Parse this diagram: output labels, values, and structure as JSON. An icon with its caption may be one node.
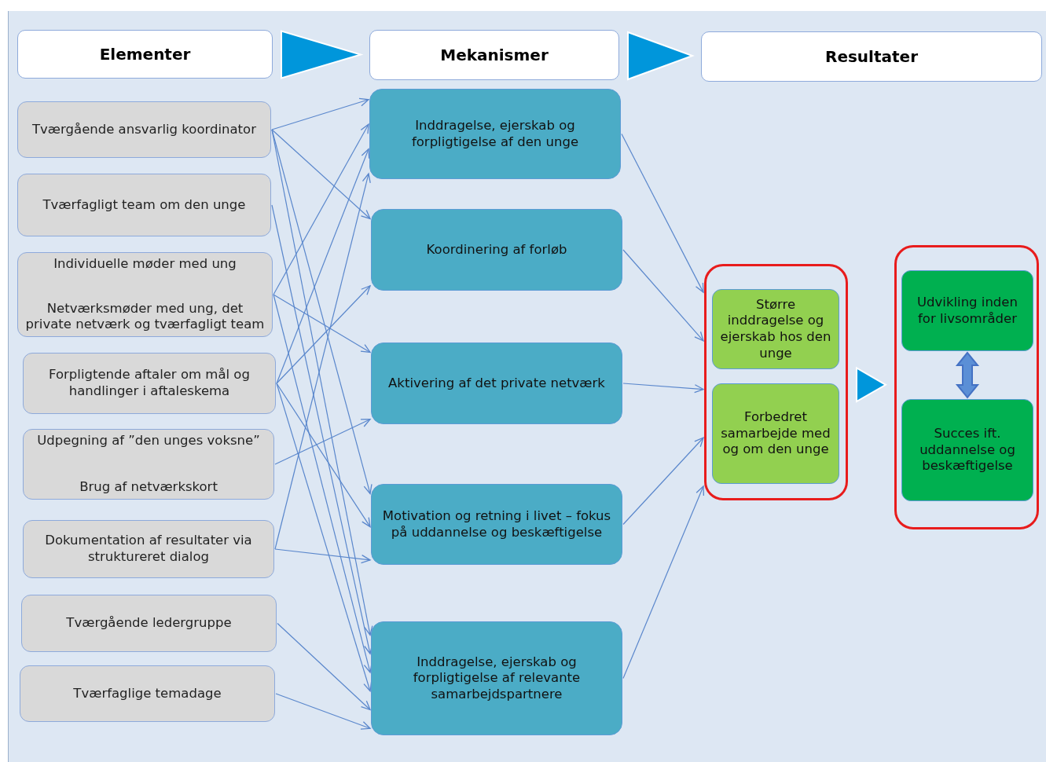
{
  "diagram": {
    "nodes": [
      {
        "text": [
          "Elementer"
        ]
      },
      {
        "text": [
          "Mekanismer"
        ]
      },
      {
        "text": [
          "Resultater"
        ]
      },
      {
        "text": [
          "Tværgående ansvarlig koordinator"
        ]
      },
      {
        "text": [
          "Tværfagligt team om den unge"
        ]
      },
      {
        "text": [
          "Individuelle møder med ung",
          "Netværksmøder med ung, det private netværk og tværfagligt team"
        ]
      },
      {
        "text": [
          "Forpligtende aftaler om mål og handlinger i aftaleskema"
        ]
      },
      {
        "text": [
          "Udpegning af ”den unges voksne”",
          "Brug af netværkskort"
        ]
      },
      {
        "text": [
          "Dokumentation af resultater via struktureret dialog"
        ]
      },
      {
        "text": [
          "Tværgående ledergruppe"
        ]
      },
      {
        "text": [
          "Tværfaglige temadage"
        ]
      },
      {
        "text": [
          "Inddragelse, ejerskab og forpligtigelse af den unge"
        ]
      },
      {
        "text": [
          "Koordinering af forløb"
        ]
      },
      {
        "text": [
          "Aktivering af det private netværk"
        ]
      },
      {
        "text": [
          "Motivation og retning i livet – fokus på uddannelse og beskæftigelse"
        ]
      },
      {
        "text": [
          "Inddragelse, ejerskab og forpligtigelse af relevante samarbejdspartnere"
        ]
      },
      {
        "text": [],
        "shape": "box"
      },
      {
        "text": [
          "Større inddragelse og ejerskab hos den unge"
        ],
        "in": 16
      },
      {
        "text": [
          "Forbedret samarbejde med og om den unge"
        ],
        "in": 16
      },
      {
        "text": [],
        "shape": "box"
      },
      {
        "text": [
          "Udvikling inden for livsområder"
        ],
        "in": 19
      },
      {
        "text": [
          "Succes ift. uddannelse og beskæftigelse"
        ],
        "in": 19
      }
    ],
    "edges": [
      {
        "from": 0,
        "to": 1,
        "arrow": "to",
        "style": "thick",
        "color": "#0096db"
      },
      {
        "from": 1,
        "to": 2,
        "arrow": "to",
        "style": "thick",
        "color": "#0096db"
      },
      {
        "from": 3,
        "to": 11,
        "arrow": "to"
      },
      {
        "from": 3,
        "to": 12,
        "arrow": "to"
      },
      {
        "from": 3,
        "to": 14,
        "arrow": "to"
      },
      {
        "from": 3,
        "to": 15,
        "arrow": "to"
      },
      {
        "from": 4,
        "to": 15,
        "arrow": "to"
      },
      {
        "from": 5,
        "to": 11,
        "arrow": "to"
      },
      {
        "from": 5,
        "to": 13,
        "arrow": "to"
      },
      {
        "from": 5,
        "to": 15,
        "arrow": "to"
      },
      {
        "from": 6,
        "to": 11,
        "arrow": "to"
      },
      {
        "from": 6,
        "to": 12,
        "arrow": "to"
      },
      {
        "from": 6,
        "to": 14,
        "arrow": "to"
      },
      {
        "from": 6,
        "to": 15,
        "arrow": "to"
      },
      {
        "from": 7,
        "to": 13,
        "arrow": "to"
      },
      {
        "from": 8,
        "to": 11,
        "arrow": "to"
      },
      {
        "from": 8,
        "to": 14,
        "arrow": "to"
      },
      {
        "from": 9,
        "to": 15,
        "arrow": "to"
      },
      {
        "from": 10,
        "to": 15,
        "arrow": "to"
      },
      {
        "from": 11,
        "to": 16,
        "arrow": "to"
      },
      {
        "from": 12,
        "to": 16,
        "arrow": "to"
      },
      {
        "from": 13,
        "to": 16,
        "arrow": "to"
      },
      {
        "from": 14,
        "to": 16,
        "arrow": "to"
      },
      {
        "from": 15,
        "to": 16,
        "arrow": "to"
      },
      {
        "from": 16,
        "to": 19,
        "arrow": "to",
        "style": "thick",
        "color": "#0096db"
      },
      {
        "from": 20,
        "to": 21,
        "arrow": "both",
        "style": "thick",
        "color": "#4472c4"
      }
    ]
  }
}
